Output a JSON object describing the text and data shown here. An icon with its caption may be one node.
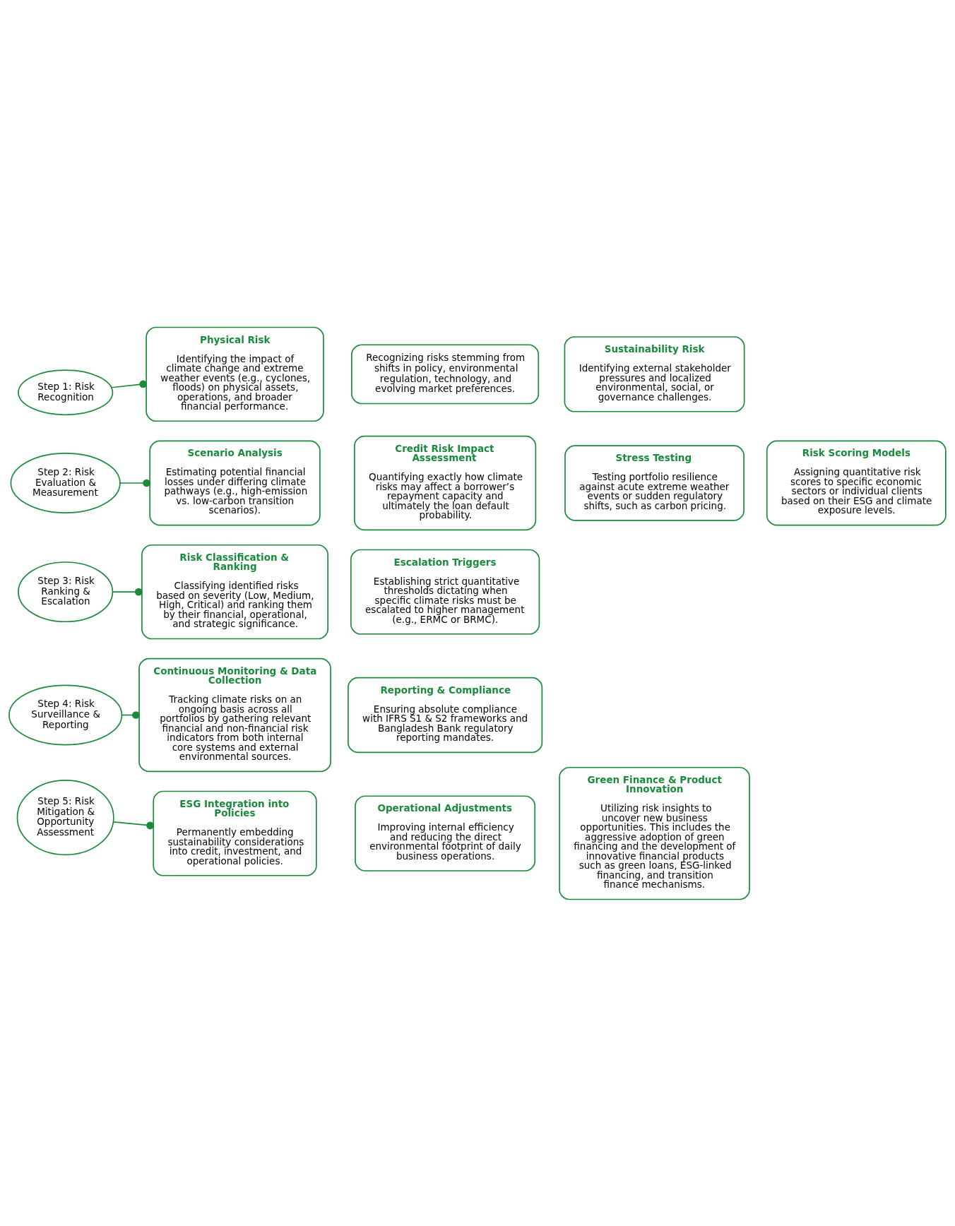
{
  "diagram": {
    "nodes": [
      {
        "text": [
          "Step 1: Risk Recognition"
        ]
      },
      {
        "text": [
          "Physical Risk",
          "Identifying the impact of climate change and extreme weather events (e.g., cyclones, floods) on physical assets, operations, and broader financial performance."
        ]
      },
      {
        "text": [
          "Recognizing risks stemming from shifts in policy, environmental regulation, technology, and evolving market preferences."
        ]
      },
      {
        "text": [
          "Sustainability Risk",
          "Identifying external stakeholder pressures and localized environmental, social, or governance challenges."
        ]
      },
      {
        "text": [
          "Step 2: Risk Evaluation & Measurement"
        ]
      },
      {
        "text": [
          "Scenario Analysis",
          "Estimating potential financial losses under differing climate pathways (e.g., high-emission vs. low-carbon transition scenarios)."
        ]
      },
      {
        "text": [
          "Credit Risk Impact Assessment",
          "Quantifying exactly how climate risks may affect a borrower’s repayment capacity and ultimately the loan default probability."
        ]
      },
      {
        "text": [
          "Stress Testing",
          "Testing portfolio resilience against acute extreme weather events or sudden regulatory shifts, such as carbon pricing."
        ]
      },
      {
        "text": [
          "Risk Scoring Models",
          "Assigning quantitative risk scores to specific economic sectors or individual clients based on their ESG and climate exposure levels."
        ]
      },
      {
        "text": [
          "Step 3: Risk Ranking & Escalation"
        ]
      },
      {
        "text": [
          "Risk Classification & Ranking",
          "Classifying identified risks based on severity (Low, Medium, High, Critical) and ranking them by their financial, operational, and strategic significance."
        ]
      },
      {
        "text": [
          "Escalation Triggers",
          "Establishing strict quantitative thresholds dictating when specific climate risks must be escalated to higher management (e.g., ERMC or BRMC)."
        ]
      },
      {
        "text": [
          "Step 4: Risk Surveillance & Reporting"
        ]
      },
      {
        "text": [
          "Continuous Monitoring & Data Collection",
          "Tracking climate risks on an ongoing basis across all portfolios by gathering relevant financial and non-financial risk indicators from both internal core systems and external environmental sources."
        ]
      },
      {
        "text": [
          "Reporting & Compliance",
          "Ensuring absolute compliance with IFRS S1 & S2 frameworks and Bangladesh Bank regulatory reporting mandates."
        ]
      },
      {
        "text": [
          "Step 5: Risk Mitigation & Opportunity Assessment"
        ]
      },
      {
        "text": [
          "ESG Integration into Policies",
          "Permanently embedding sustainability considerations into credit, investment, and operational policies."
        ]
      },
      {
        "text": [
          "Operational Adjustments",
          "Improving internal efficiency and reducing the direct environmental footprint of daily business operations."
        ]
      },
      {
        "text": [
          "Green Finance & Product Innovation",
          "Utilizing risk insights to uncover new business opportunities. This includes the aggressive adoption of green financing and the development of innovative financial products such as green loans, ESG-linked financing, and transition finance mechanisms."
        ]
      }
    ],
    "edges": [
      {
        "from": 0,
        "to": 1,
        "arrow": "other"
      },
      {
        "from": 4,
        "to": 5,
        "arrow": "other"
      },
      {
        "from": 9,
        "to": 10,
        "arrow": "other"
      },
      {
        "from": 12,
        "to": 13,
        "arrow": "other"
      },
      {
        "from": 15,
        "to": 16,
        "arrow": "other"
      }
    ]
  }
}
